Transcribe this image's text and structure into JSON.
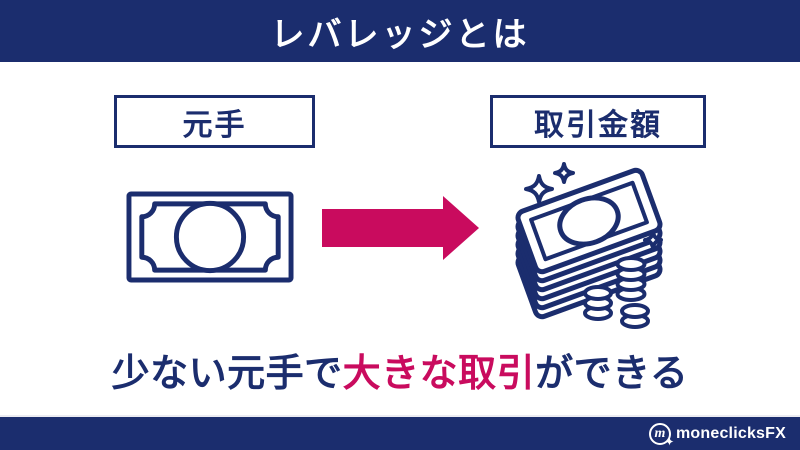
{
  "header": {
    "title": "レバレッジとは"
  },
  "colors": {
    "navy": "#1b2d6e",
    "pink": "#c90b5e",
    "white": "#ffffff"
  },
  "flow": {
    "source_label": "元手",
    "target_label": "取引金額",
    "icons": {
      "left": "banknote-icon",
      "middle": "arrow-right-icon",
      "right": "money-stack-coins-icon"
    }
  },
  "caption": {
    "part1": "少ない元手で",
    "part2": "大きな取引",
    "part3": "ができる"
  },
  "footer": {
    "logo_mark_letter": "m",
    "logo_text": "moneclicks",
    "logo_text_suffix": "FX"
  }
}
